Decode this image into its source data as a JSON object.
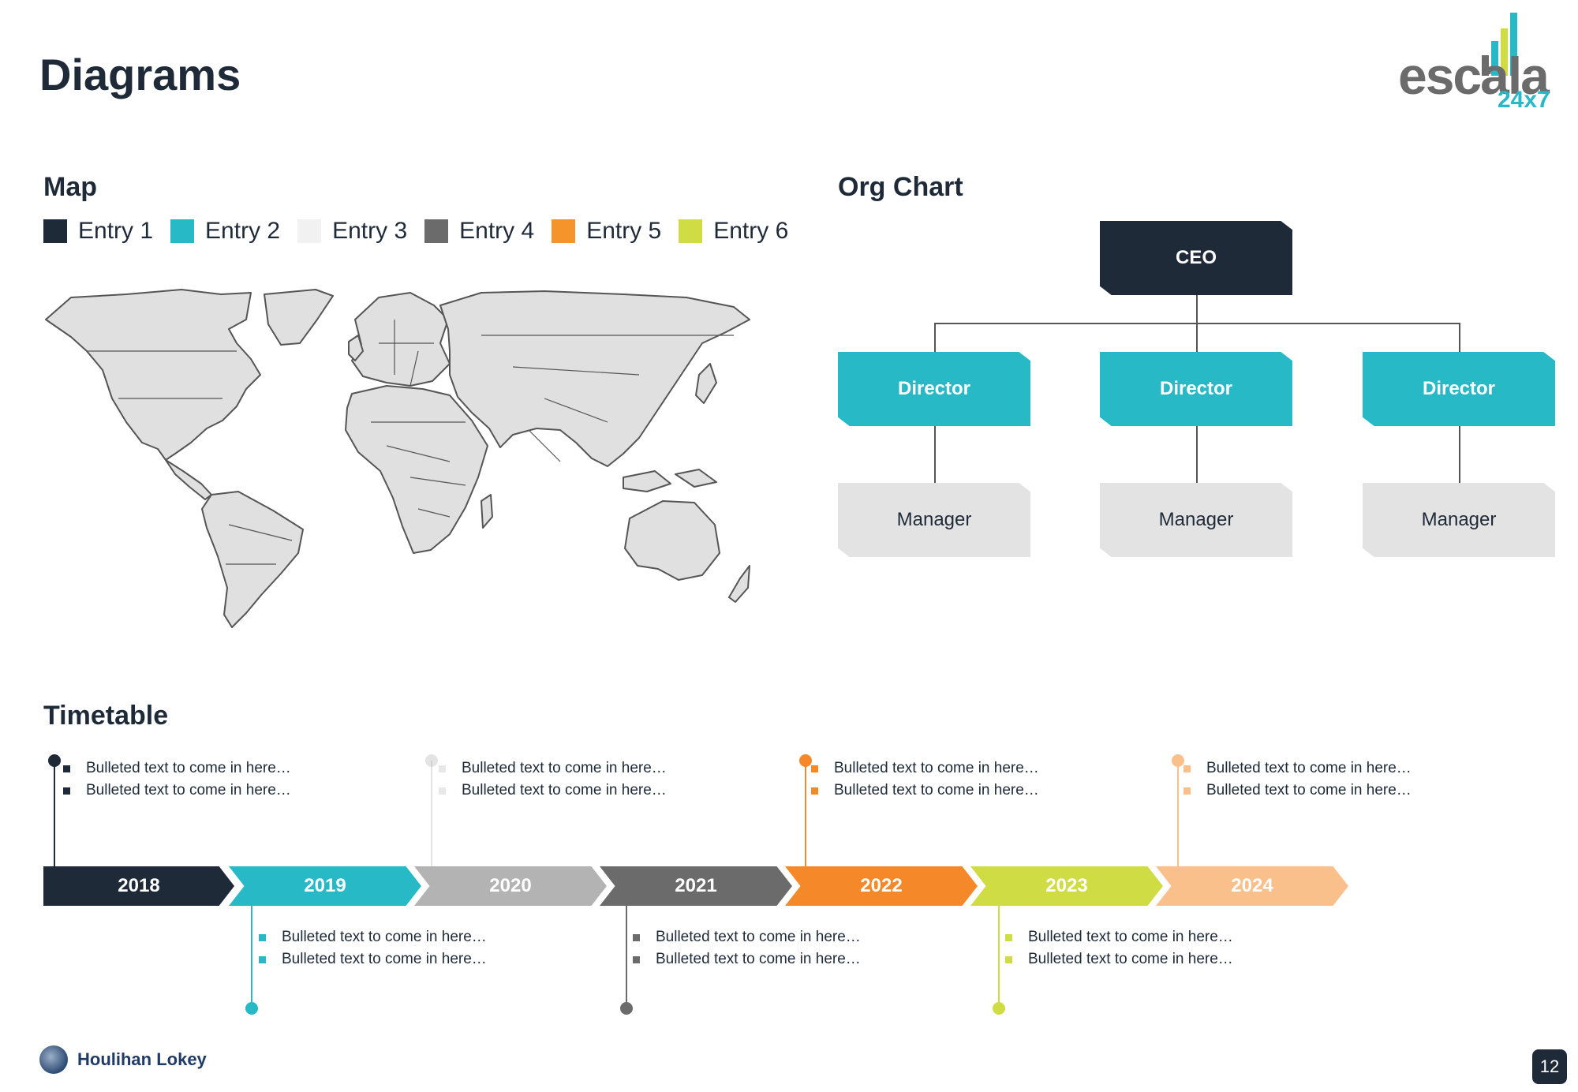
{
  "page": {
    "title": "Diagrams",
    "page_number": "12"
  },
  "logo": {
    "main": "escala",
    "sub": "24x7"
  },
  "footer": {
    "brand": "Houlihan Lokey"
  },
  "map": {
    "title": "Map",
    "land_color": "#e0e0e0",
    "border_color": "#555555",
    "legend": [
      {
        "label": "Entry 1",
        "color": "#1f2a38"
      },
      {
        "label": "Entry 2",
        "color": "#27b9c6"
      },
      {
        "label": "Entry 3",
        "color": "#f1f1f1"
      },
      {
        "label": "Entry 4",
        "color": "#6b6b6b"
      },
      {
        "label": "Entry 5",
        "color": "#f5942a"
      },
      {
        "label": "Entry 6",
        "color": "#cfdc44"
      }
    ]
  },
  "org_chart": {
    "title": "Org Chart",
    "ceo": "CEO",
    "directors": [
      "Director",
      "Director",
      "Director"
    ],
    "managers": [
      "Manager",
      "Manager",
      "Manager"
    ]
  },
  "timetable": {
    "title": "Timetable",
    "years": [
      {
        "label": "2018",
        "color": "#1f2a38"
      },
      {
        "label": "2019",
        "color": "#27b9c6"
      },
      {
        "label": "2020",
        "color": "#b3b3b3"
      },
      {
        "label": "2021",
        "color": "#6b6b6b"
      },
      {
        "label": "2022",
        "color": "#f5892a"
      },
      {
        "label": "2023",
        "color": "#cfdc44"
      },
      {
        "label": "2024",
        "color": "#f9c08c"
      }
    ],
    "bullets": [
      {
        "line1": "Bulleted text to come in here…",
        "line2": "Bulleted text to come in here…"
      },
      {
        "line1": "Bulleted text to come in here…",
        "line2": "Bulleted text to come in here…"
      },
      {
        "line1": "Bulleted text to come in here…",
        "line2": "Bulleted text to come in here…"
      },
      {
        "line1": "Bulleted text to come in here…",
        "line2": "Bulleted text to come in here…"
      },
      {
        "line1": "Bulleted text to come in here…",
        "line2": "Bulleted text to come in here…"
      },
      {
        "line1": "Bulleted text to come in here…",
        "line2": "Bulleted text to come in here…"
      },
      {
        "line1": "Bulleted text to come in here…",
        "line2": "Bulleted text to come in here…"
      }
    ]
  }
}
